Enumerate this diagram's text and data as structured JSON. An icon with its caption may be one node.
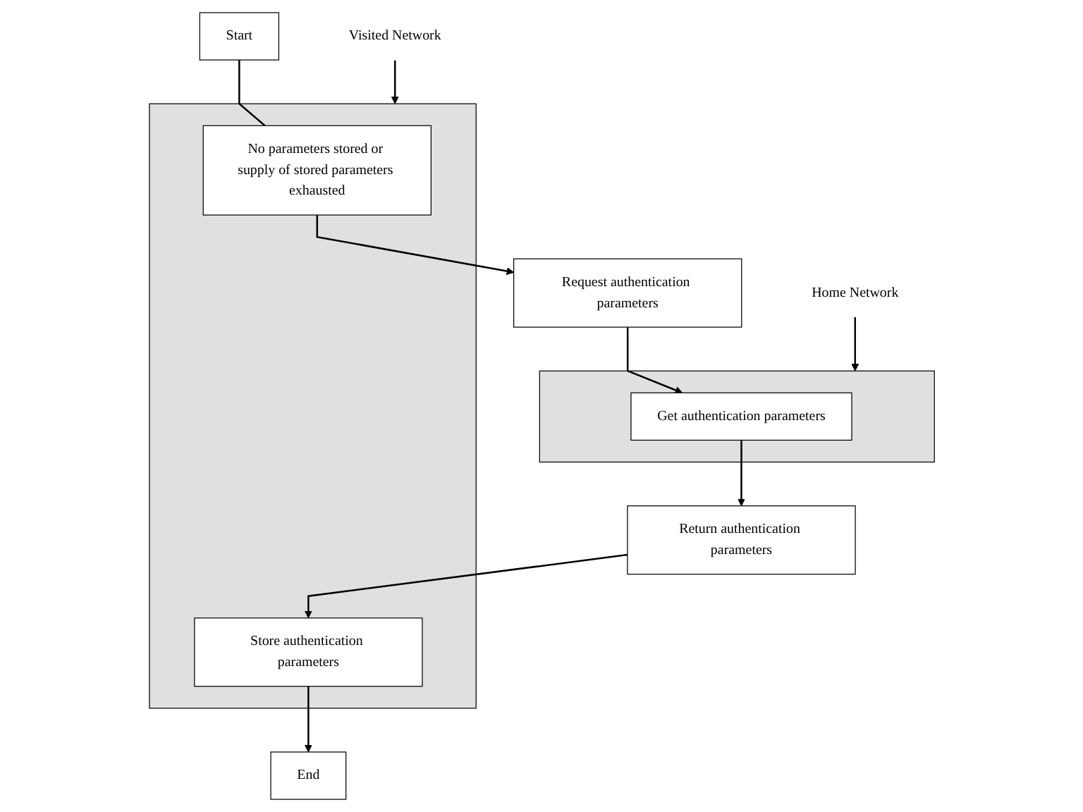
{
  "diagram": {
    "nodes": [
      {
        "text": [
          "Start"
        ]
      },
      {
        "text": [
          "Visited Network"
        ]
      },
      {
        "text": [],
        "shape": "box"
      },
      {
        "text": [
          "No parameters stored or supply of stored parameters exhausted"
        ],
        "in": 2
      },
      {
        "text": [
          "Store authentication parameters"
        ],
        "in": 2
      },
      {
        "text": [
          "Request authentication parameters"
        ]
      },
      {
        "text": [
          "Home Network"
        ]
      },
      {
        "text": [],
        "shape": "box"
      },
      {
        "text": [
          "Get authentication parameters"
        ],
        "in": 7
      },
      {
        "text": [
          "Return authentication parameters"
        ]
      },
      {
        "text": [
          "End"
        ]
      }
    ],
    "edges": [
      {
        "from": 0,
        "to": 3,
        "arrow": "none"
      },
      {
        "from": 1,
        "to": 2,
        "arrow": "to"
      },
      {
        "from": 3,
        "to": 5,
        "arrow": "to"
      },
      {
        "from": 5,
        "to": 8,
        "arrow": "to"
      },
      {
        "from": 8,
        "to": 9,
        "arrow": "to"
      },
      {
        "from": 9,
        "to": 4,
        "arrow": "to"
      },
      {
        "from": 4,
        "to": 10,
        "arrow": "to"
      },
      {
        "from": 6,
        "to": 7,
        "arrow": "to"
      }
    ]
  }
}
